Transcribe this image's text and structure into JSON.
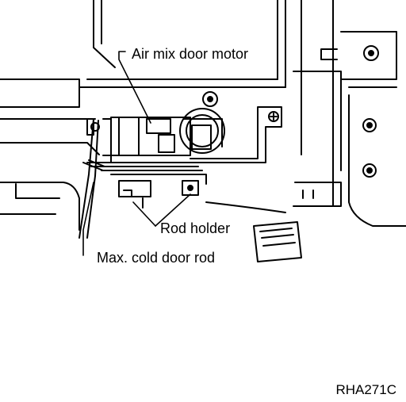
{
  "labels": {
    "air_mix_door_motor": "Air mix door motor",
    "rod_holder": "Rod holder",
    "max_cold_door_rod": "Max. cold door rod"
  },
  "figure_id": "RHA271C",
  "colors": {
    "ink": "#000000",
    "paper": "#ffffff"
  }
}
